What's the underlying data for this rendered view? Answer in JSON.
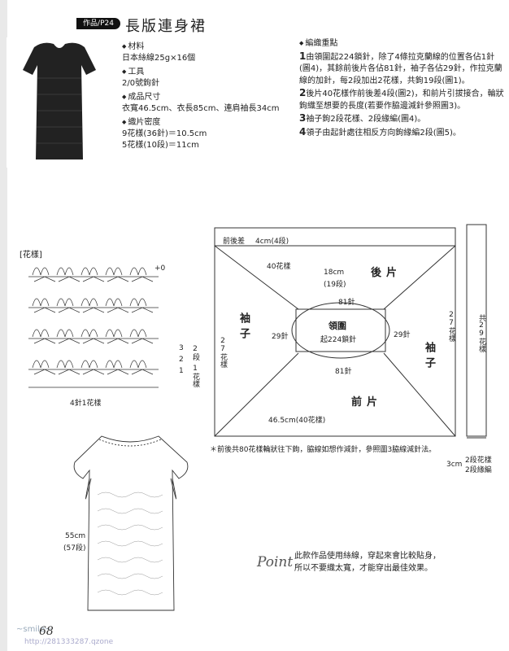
{
  "header": {
    "tag": "作品/P24",
    "title": "長版連身裙"
  },
  "info": {
    "material_h": "材料",
    "material": "日本絲線25g×16個",
    "tool_h": "工具",
    "tool": "2/0號鉤針",
    "size_h": "成品尺寸",
    "size": "衣寬46.5cm、衣長85cm、連肩袖長34cm",
    "gauge_h": "織片密度",
    "gauge1": "9花樣(36針)＝10.5cm",
    "gauge2": "5花樣(10段)＝11cm"
  },
  "steps": {
    "heading": "編織重點",
    "s1": "由領圍起224鎖針，除了4條拉克蘭線的位置各佔1針(圖4)，其餘前後片各佔81針，袖子各佔29針，作拉克蘭線的加針，每2段加出2花樣，共鉤19段(圖1)。",
    "s2": "後片40花樣作前後差4段(圖2)，和前片引拔接合，輪狀鉤織至想要的長度(若要作脇邊減針參照圖3)。",
    "s3": "袖子鉤2段花樣、2段緣編(圖4)。",
    "s4": "領子由起針處往相反方向鉤緣編2段(圖5)。",
    "n1": "1",
    "n2": "2",
    "n3": "3",
    "n4": "4"
  },
  "stitch": {
    "label": "[花樣]",
    "bottom": "4針1花樣",
    "side_a": "2段",
    "side_b": "1花樣",
    "plus": "+0",
    "r1": "1",
    "r2": "2",
    "r3": "3"
  },
  "diagram": {
    "top_label": "前後差",
    "top_val": "4cm(4段)",
    "top_flowers": "40花樣",
    "back_h": "18cm",
    "back_rows": "(19段)",
    "back": "後片",
    "front": "前片",
    "st81_top": "81針",
    "st81_bottom": "81針",
    "st29_left": "29針",
    "st29_right": "29針",
    "neck": "領圍",
    "neck_sub": "起224鎖針",
    "sleeve_l": "袖子",
    "sleeve_r": "袖子",
    "left_flowers": "27花樣",
    "right_flowers": "27花樣",
    "bottom_width": "46.5cm(40花樣)",
    "side_strip": "共29花樣",
    "note": "＊前後共80花樣輪狀往下鉤，脇線如想作減針，參照圖3脇線減針法。",
    "side_cm": "3cm",
    "side_opt1": "2段花樣",
    "side_opt2": "2段緣編"
  },
  "dress": {
    "length": "55cm",
    "rows": "(57段)"
  },
  "point": {
    "word": "Point",
    "line1": "此款作品使用絲線，穿起來會比較貼身，",
    "line2": "所以不要織太寬，才能穿出最佳效果。"
  },
  "footer": {
    "page": "68",
    "wm": "~smile~",
    "wm2": "http://281333287.qzone"
  }
}
